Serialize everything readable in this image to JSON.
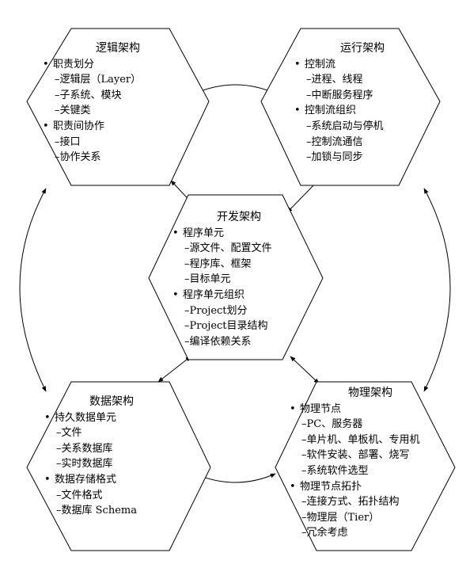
{
  "nodes": {
    "logic": {
      "title": "逻辑架构",
      "groups": [
        {
          "label": "职责划分",
          "children": [
            "–逻辑层（Layer）",
            "–子系统、模块",
            "–关键类"
          ]
        },
        {
          "label": "职责间协作",
          "children": [
            "–接口",
            "–协作关系"
          ]
        }
      ]
    },
    "runtime": {
      "title": "运行架构",
      "groups": [
        {
          "label": "控制流",
          "children": [
            "–进程、线程",
            "–中断服务程序"
          ]
        },
        {
          "label": "控制流组织",
          "children": [
            "–系统启动与停机",
            "–控制流通信",
            "–加锁与同步"
          ]
        }
      ]
    },
    "development": {
      "title": "开发架构",
      "groups": [
        {
          "label": "程序单元",
          "children": [
            "–源文件、配置文件",
            "–程序库、框架",
            "–目标单元"
          ]
        },
        {
          "label": "程序单元组织",
          "children": [
            "–Project划分",
            "–Project目录结构",
            "–编译依赖关系"
          ]
        }
      ]
    },
    "data": {
      "title": "数据架构",
      "groups": [
        {
          "label": "持久数据单元",
          "children": [
            "–文件",
            "–关系数据库",
            "–实时数据库"
          ]
        },
        {
          "label": "数据存储格式",
          "children": [
            "–文件格式",
            "–数据库 Schema"
          ]
        }
      ]
    },
    "physical": {
      "title": "物理架构",
      "groups": [
        {
          "label": "物理节点",
          "children": [
            "–PC、服务器",
            "–单片机、单板机、专用机",
            "–软件安装、部署、烧写",
            "–系统软件选型"
          ]
        },
        {
          "label": "物理节点拓扑",
          "children": [
            "–连接方式、拓扑结构",
            "–物理层（Tier）",
            "–冗余考虑"
          ]
        }
      ]
    }
  },
  "bullet_glyph": "•"
}
